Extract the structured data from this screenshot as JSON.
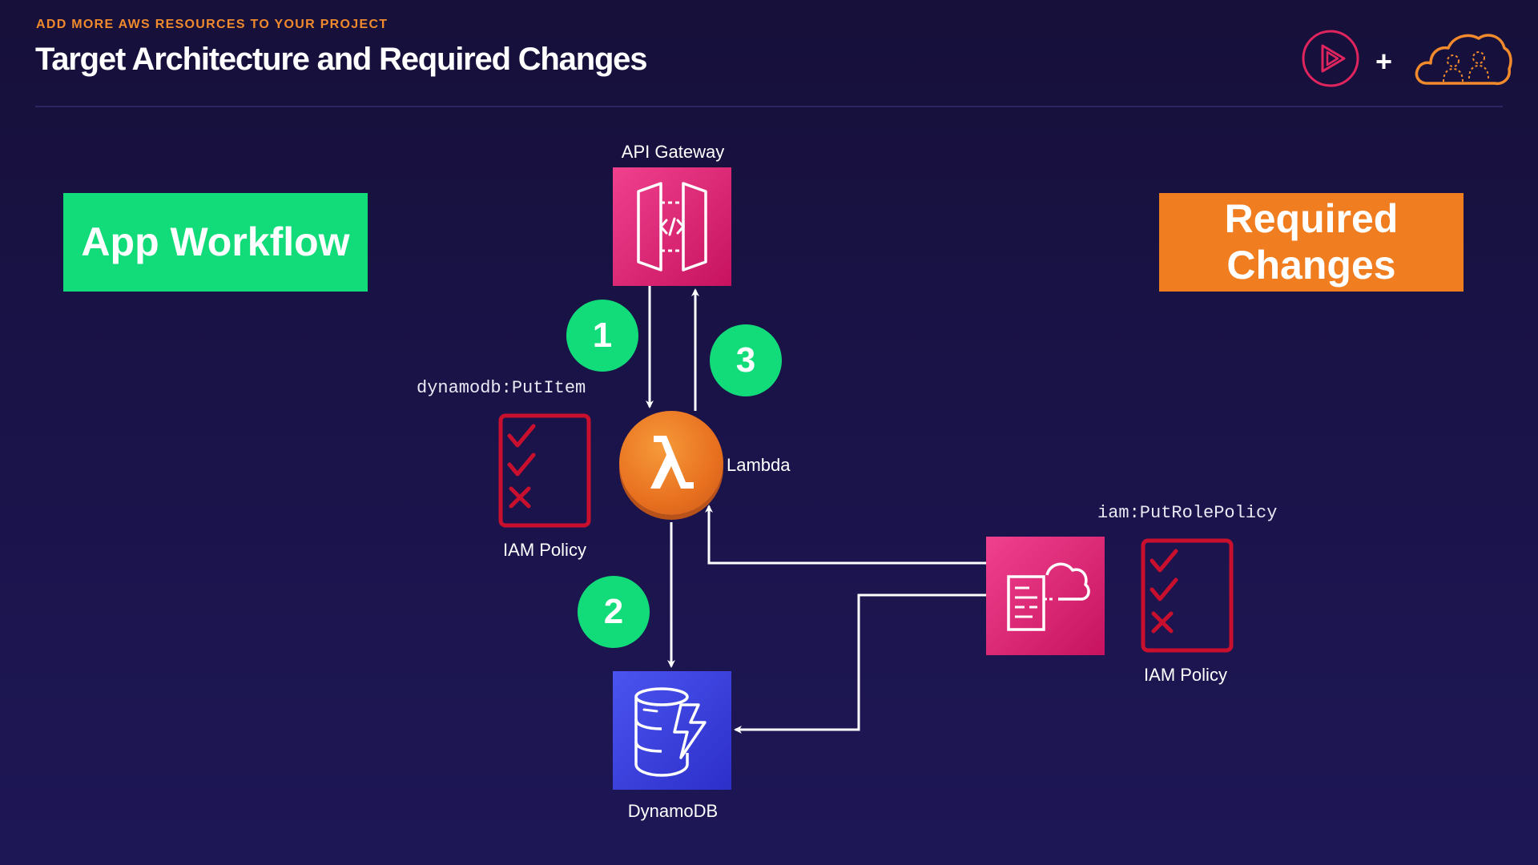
{
  "header": {
    "eyebrow": "ADD MORE AWS RESOURCES TO YOUR PROJECT",
    "title": "Target Architecture and Required Changes"
  },
  "logos": {
    "left_icon": "play-circle-icon",
    "plus": "+",
    "right_icon": "cloud-people-icon"
  },
  "badges": {
    "app_workflow": "App Workflow",
    "required_changes": "Required Changes"
  },
  "services": {
    "api_gateway": "API Gateway",
    "lambda": "Lambda",
    "dynamodb": "DynamoDB",
    "iam_policy_left": "IAM Policy",
    "iam_policy_right": "IAM Policy"
  },
  "permissions": {
    "put_item": "dynamodb:PutItem",
    "put_role_policy": "iam:PutRolePolicy"
  },
  "steps": {
    "one": "1",
    "two": "2",
    "three": "3"
  },
  "colors": {
    "background": "#1a1348",
    "green": "#12dc7a",
    "orange": "#f07d1f",
    "pink": "#e02a7a",
    "blue": "#3a40e0",
    "policy_red": "#c8102e"
  }
}
